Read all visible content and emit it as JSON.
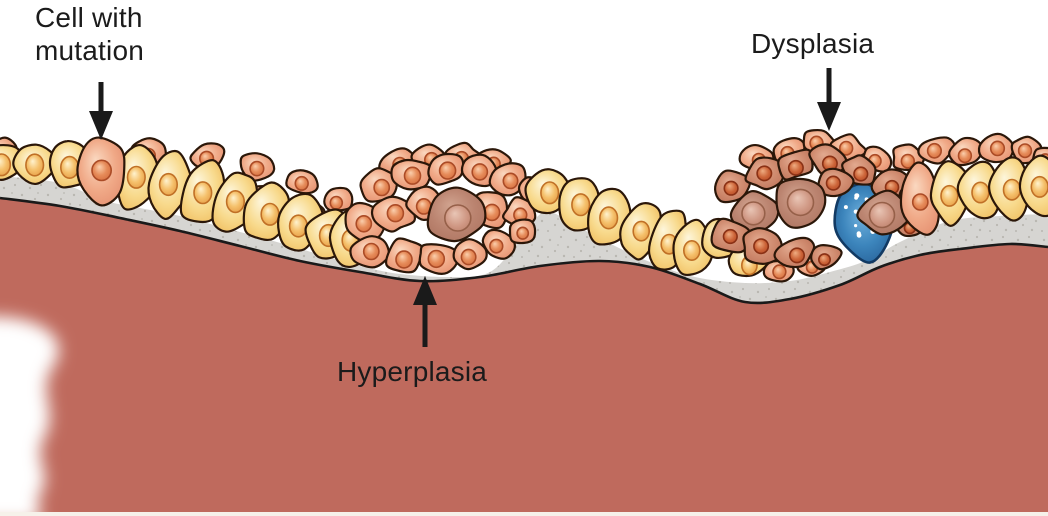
{
  "figure": {
    "labels": {
      "mutation": "Cell with\nmutation",
      "hyperplasia": "Hyperplasia",
      "dysplasia": "Dysplasia"
    },
    "arrows": [
      {
        "name": "mutation-arrow",
        "direction": "down",
        "points_to": "cell with mutation"
      },
      {
        "name": "hyperplasia-arrow",
        "direction": "up",
        "points_to": "hyperplasia cell cluster"
      },
      {
        "name": "dysplasia-arrow",
        "direction": "down",
        "points_to": "dysplasia cell cluster"
      }
    ],
    "colors": {
      "background": "#ffffff",
      "tissue": "#bf6a5d",
      "tissue_line": "#1a1a1a",
      "membrane": "#d6d5d2",
      "membrane_speckle": "#b4b2ac",
      "cell_outline": "#2b1709",
      "cell_yellow": "#edb24c",
      "cell_salmon": "#e08466",
      "cell_brick": "#b96c54",
      "cell_brown": "#a86e5a",
      "cell_blue": "#1d4f86",
      "nucleus_orange": "#de8a32",
      "nucleus_red": "#cc5c2f",
      "label_text": "#1b1b1b",
      "arrow": "#1a1a1a",
      "bottom_strip": "#f6f1ea"
    }
  }
}
